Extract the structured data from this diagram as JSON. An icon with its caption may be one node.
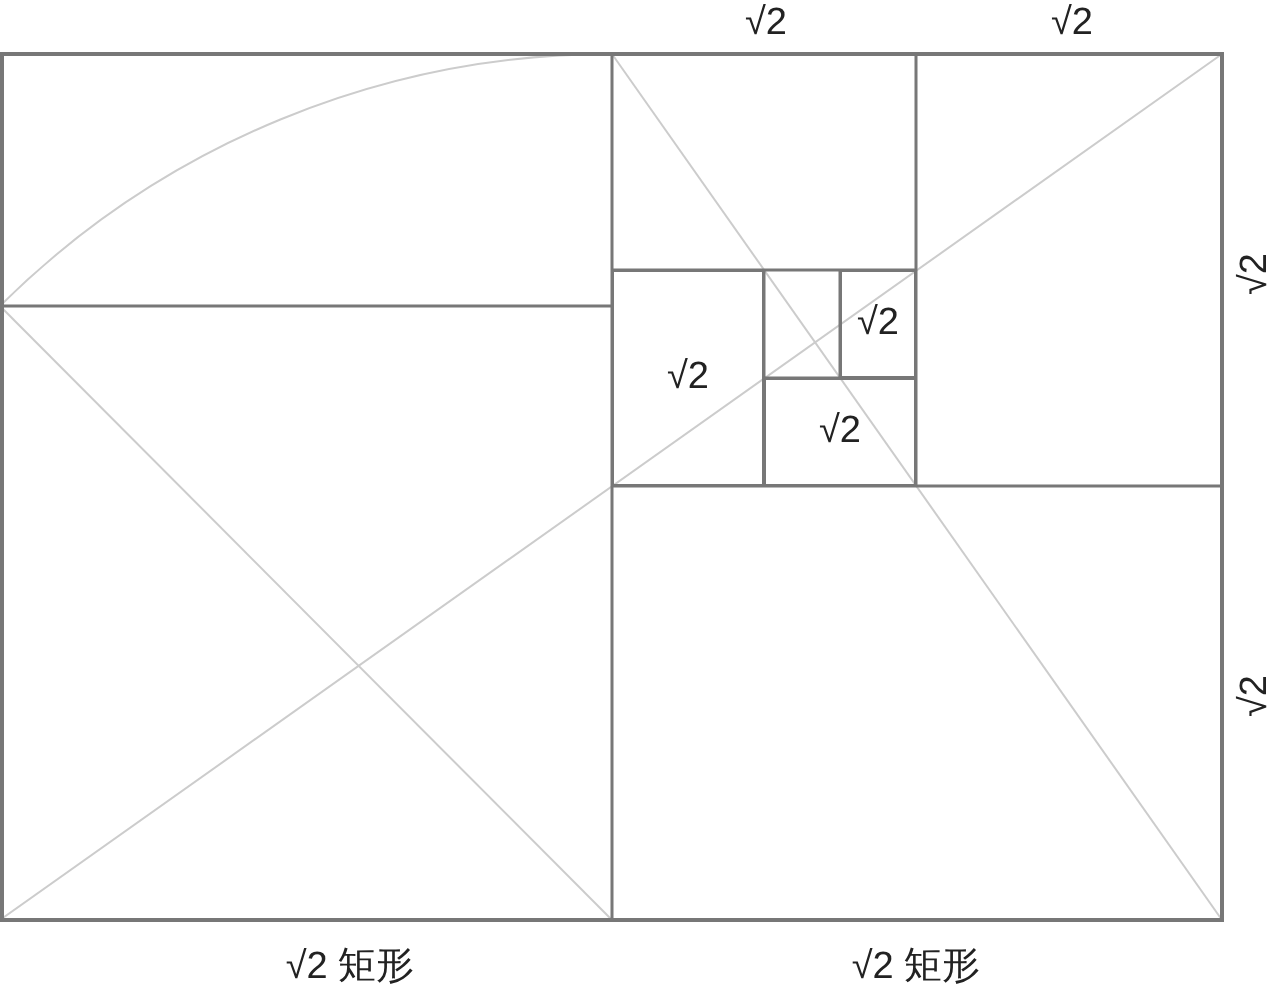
{
  "diagram": {
    "nodes": [
      {
        "text": [
          "√2"
        ]
      },
      {
        "text": [
          "√2"
        ]
      },
      {
        "text": [
          "√2"
        ]
      }
    ],
    "labels": [
      "√2",
      "√2",
      "√2",
      "√2",
      "√2 矩形",
      "√2 矩形"
    ]
  }
}
